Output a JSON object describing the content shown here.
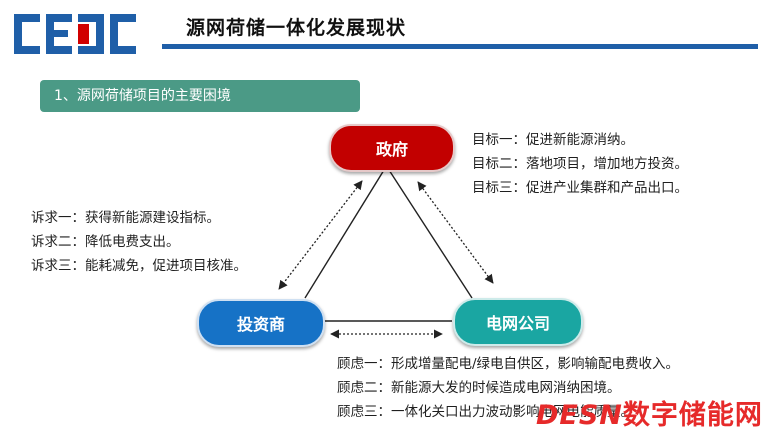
{
  "title": "源网荷储一体化发展现状",
  "section_label": "1、源网荷储项目的主要困境",
  "nodes": {
    "government": "政府",
    "investor": "投资商",
    "grid": "电网公司"
  },
  "government_goals": [
    "目标一：促进新能源消纳。",
    "目标二：落地项目，增加地方投资。",
    "目标三：促进产业集群和产品出口。"
  ],
  "investor_demands": [
    "诉求一：获得新能源建设指标。",
    "诉求二：降低电费支出。",
    "诉求三：能耗减免，促进项目核准。"
  ],
  "grid_concerns": [
    "顾虑一：形成增量配电/绿电自供区，影响输配电费收入。",
    "顾虑二：新能源大发的时候造成电网消纳困境。",
    "顾虑三：一体化关口出力波动影响电网电能质量。"
  ],
  "watermark": {
    "latin": "DESN",
    "cjk": "数字储能网"
  },
  "colors": {
    "brand_blue": "#1f5fa8",
    "section_green": "#4b9a86",
    "government_red": "#c20000",
    "investor_blue": "#1672c6",
    "grid_teal": "#1aa6a2",
    "watermark_red": "#e62a2a"
  },
  "icons": [
    "cedc-logo",
    "double-arrow-icon"
  ]
}
